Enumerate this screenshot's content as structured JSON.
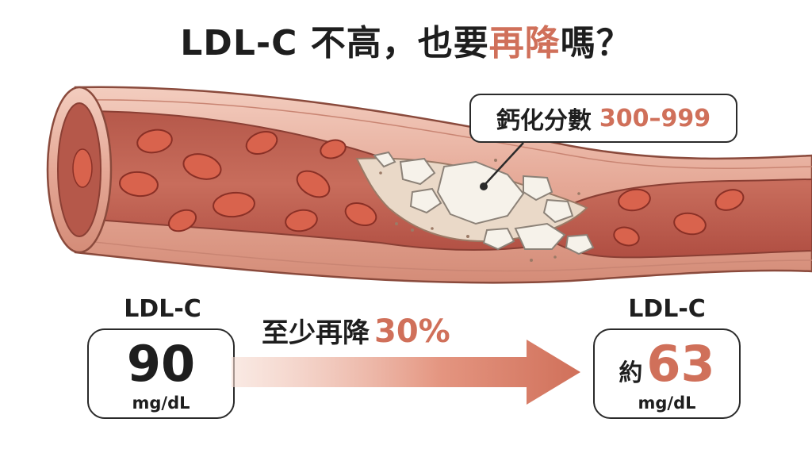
{
  "title": {
    "part1": "LDL-C 不高，也要",
    "highlight": "再降",
    "part2": "嗎？"
  },
  "callout": {
    "label": "鈣化分數",
    "value": "300–999"
  },
  "left": {
    "label": "LDL-C",
    "value": "90",
    "unit": "mg/dL"
  },
  "arrow": {
    "text": "至少再降",
    "percent": "30%"
  },
  "right": {
    "label": "LDL-C",
    "prefix": "約",
    "value": "63",
    "unit": "mg/dL"
  },
  "colors": {
    "accent": "#d0705a",
    "vessel": "#e2a290",
    "blood_cell": "#d9634d",
    "plaque": "#f3efe6"
  }
}
